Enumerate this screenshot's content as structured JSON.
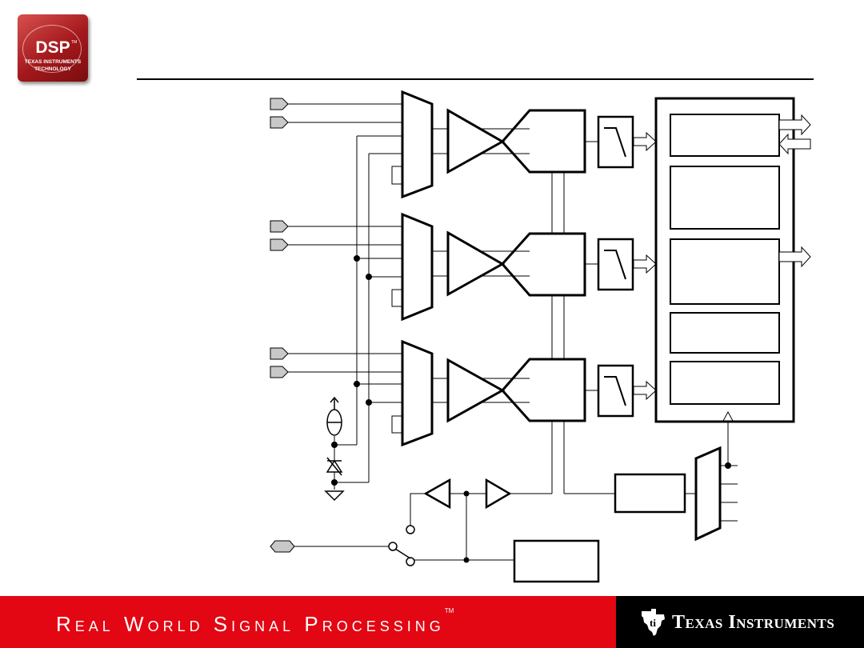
{
  "logo": {
    "main_text": "DSP",
    "trademark": "TM",
    "line1": "TEXAS INSTRUMENTS",
    "line2": "TECHNOLOGY"
  },
  "footer": {
    "tagline": "Real World Signal Processing",
    "tagline_trademark": "TM",
    "company": "Texas Instruments"
  },
  "colors": {
    "footer_red": "#e30613",
    "footer_black": "#000000",
    "pin_fill": "#c8c8c8",
    "line": "#000000"
  }
}
